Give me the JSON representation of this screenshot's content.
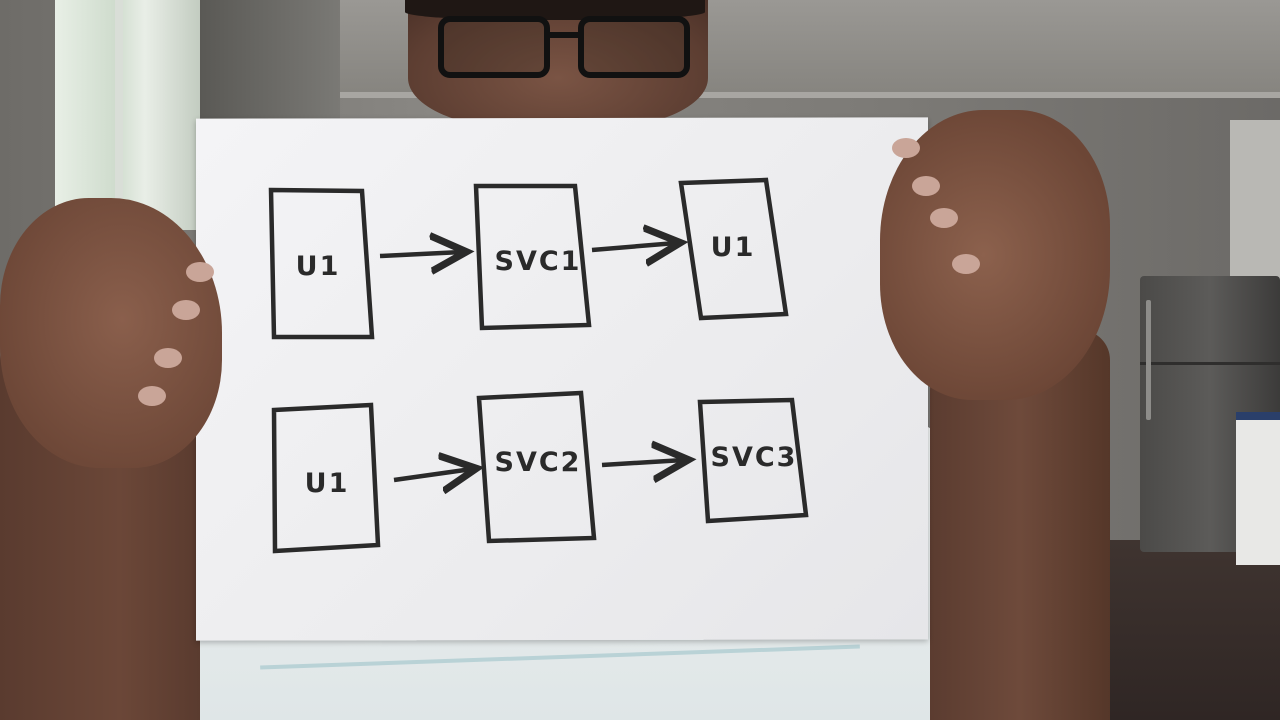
{
  "diagram": {
    "rows": [
      {
        "nodes": [
          {
            "id": "r1n1",
            "label": "U1"
          },
          {
            "id": "r1n2",
            "label": "SVC1"
          },
          {
            "id": "r1n3",
            "label": "U1"
          }
        ],
        "edges": [
          {
            "from": "U1",
            "to": "SVC1"
          },
          {
            "from": "SVC1",
            "to": "U1"
          }
        ]
      },
      {
        "nodes": [
          {
            "id": "r2n1",
            "label": "U1"
          },
          {
            "id": "r2n2",
            "label": "SVC2"
          },
          {
            "id": "r2n3",
            "label": "SVC3"
          }
        ],
        "edges": [
          {
            "from": "U1",
            "to": "SVC2"
          },
          {
            "from": "SVC2",
            "to": "SVC3"
          }
        ]
      }
    ]
  },
  "colors": {
    "ink": "#2a2a2a",
    "paper": "#f0f0f2",
    "shirt": "#e6ecec",
    "skin": "#6d4737"
  }
}
